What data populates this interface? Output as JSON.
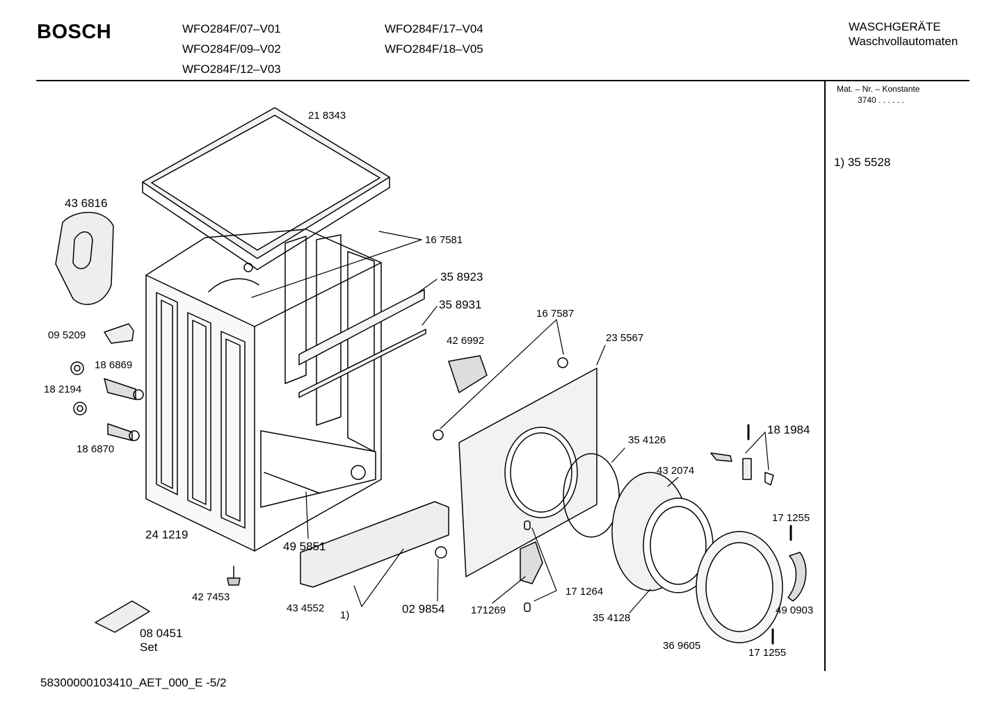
{
  "header": {
    "brand": "BOSCH",
    "models": [
      "WFO284F/07–V01",
      "WFO284F/09–V02",
      "WFO284F/12–V03",
      "WFO284F/17–V04",
      "WFO284F/18–V05"
    ],
    "category": "WASCHGERÄTE",
    "subcategory": "Waschvollautomaten"
  },
  "sidebar": {
    "mat_label": "Mat. – Nr. – Konstante",
    "mat_value": "3740  .  .     .  .  .  .",
    "note": "1)  35 5528"
  },
  "parts": {
    "p218343": "21 8343",
    "p436816": "43 6816",
    "p167581": "16 7581",
    "p358923": "35 8923",
    "p358931": "35 8931",
    "p095209": "09 5209",
    "p186869": "18 6869",
    "p182194": "18 2194",
    "p186870": "18 6870",
    "p426992": "42 6992",
    "p167587": "16 7587",
    "p235567": "23 5567",
    "p181984": "18 1984",
    "p354126": "35 4126",
    "p432074": "43 2074",
    "p171255a": "17 1255",
    "p241219": "24 1219",
    "p495851": "49 5851",
    "p427453": "42 7453",
    "p434552": "43 4552",
    "p_note1": "1)",
    "p029854": "02 9854",
    "p171269": "171269",
    "p171264": "17 1264",
    "p354128": "35 4128",
    "p490903": "49 0903",
    "p369605": "36 9605",
    "p171255b": "17 1255",
    "p080451": "08 0451",
    "p_set": "Set"
  },
  "footer": {
    "doc_id": "58300000103410_AET_000_E -5/2"
  }
}
